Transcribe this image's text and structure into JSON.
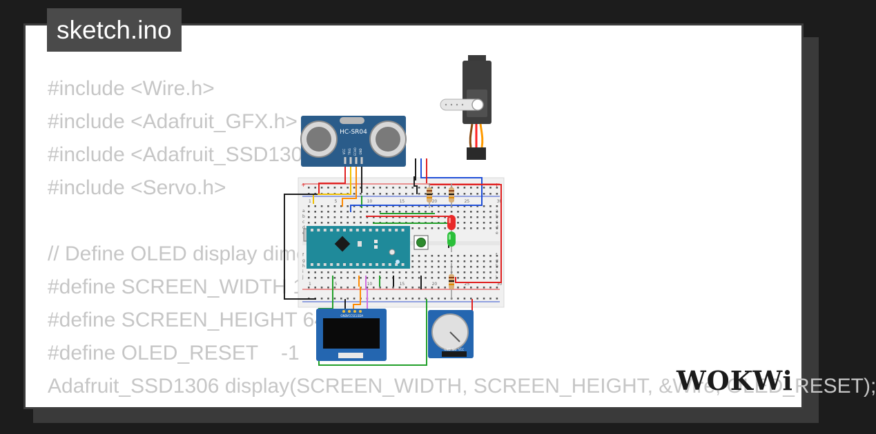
{
  "file_tab": {
    "label": "sketch.ino"
  },
  "code_lines": [
    "#include <Wire.h>",
    "#include <Adafruit_GFX.h>",
    "#include <Adafruit_SSD1306.h>",
    "#include <Servo.h>",
    "",
    "// Define OLED display dimensions",
    "#define SCREEN_WIDTH 128",
    "#define SCREEN_HEIGHT 64",
    "#define OLED_RESET    -1",
    "Adafruit_SSD1306 display(SCREEN_WIDTH, SCREEN_HEIGHT, &Wire, OLED_RESET);"
  ],
  "circuit": {
    "sensor_label": "HC-SR04",
    "sensor_pins": [
      "VCC",
      "TRIG",
      "ECHO",
      "GND"
    ],
    "oled_pins": [
      "GND",
      "VCC",
      "SCL",
      "SDA"
    ],
    "pot_pins": [
      "GND",
      "SIG",
      "VCC"
    ],
    "breadboard_numbers": [
      "1",
      "5",
      "10",
      "15",
      "20",
      "25",
      "30"
    ],
    "row_letters_top": [
      "a",
      "b",
      "c",
      "d",
      "e"
    ],
    "row_letters_bottom": [
      "f",
      "g",
      "h",
      "i",
      "j"
    ]
  },
  "brand": {
    "logo_text": "WOKWi"
  },
  "colors": {
    "background": "#1c1c1c",
    "card": "#ffffff",
    "tab": "#4a4a4a",
    "code_text": "#c6c6c6",
    "breadboard": "#f0f0f0",
    "arduino_board": "#1f8a9a",
    "sensor_board": "#2a5c8a",
    "oled_board": "#2466b0",
    "wire_red": "#e02020",
    "wire_green": "#22a02a",
    "wire_blue": "#1f4fd8",
    "wire_yellow": "#f0c000",
    "wire_orange": "#ff8a00",
    "wire_violet": "#d070e0",
    "wire_black": "#1a1a1a"
  }
}
